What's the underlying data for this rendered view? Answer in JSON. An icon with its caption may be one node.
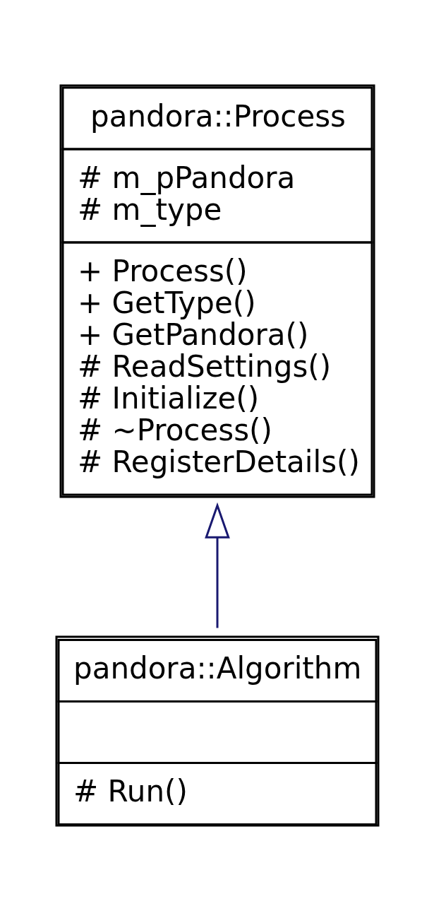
{
  "diagram": {
    "nodes": [
      {
        "text": [
          "pandora::Process",
          "# m_pPandora",
          "# m_type",
          "+ Process()",
          "+ GetType()",
          "+ GetPandora()",
          "# ReadSettings()",
          "# Initialize()",
          "# ~Process()",
          "# RegisterDetails()"
        ]
      },
      {
        "text": [
          "pandora::Algorithm",
          "# Run()"
        ]
      }
    ],
    "edges": [
      {
        "from": 1,
        "to": 0,
        "arrow": "to",
        "color": "#191970"
      }
    ]
  }
}
